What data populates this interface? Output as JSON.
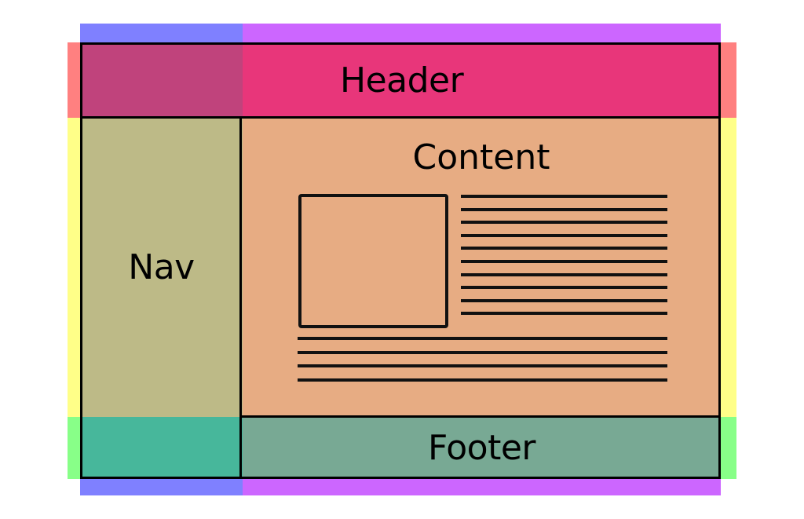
{
  "labels": {
    "header": "Header",
    "nav": "Nav",
    "content": "Content",
    "footer": "Footer"
  },
  "colors": {
    "header": "#e8367a",
    "header_nav_overlap": "#c0437c",
    "nav": "#bdba87",
    "content": "#e7ac83",
    "footer": "#78a994",
    "footer_nav_overlap": "#47b79b",
    "column_blue": "#7f80ff",
    "column_purple": "#cc66ff",
    "row_red": "#ff8080",
    "row_yellow": "#ffff88",
    "row_green": "#88ff88",
    "lines": "#111111"
  },
  "content_block": {
    "short_line_count": 10,
    "long_line_count": 4
  }
}
